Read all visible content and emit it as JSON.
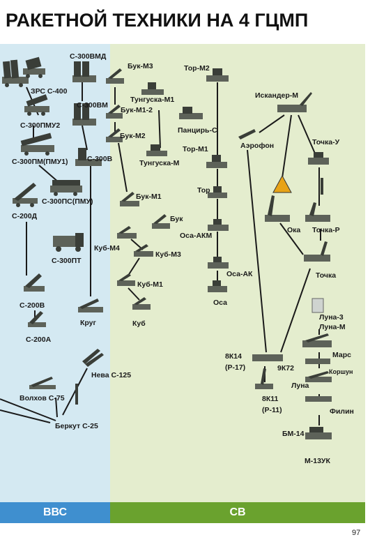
{
  "title": "РАКЕТНОЙ ТЕХНИКИ НА 4 ГЦМП",
  "page_number": "97",
  "bands": {
    "left": "ВВС",
    "right": "СВ"
  },
  "colors": {
    "band_left": "#3f8fcf",
    "band_right": "#6aa22e",
    "bg_left": "#d4e9f2",
    "bg_right": "#e4edce"
  },
  "systems": [
    {
      "id": "zrs-s400",
      "label": "ЗРС С-400"
    },
    {
      "id": "s300pmu2",
      "label": "С-300ПМУ2"
    },
    {
      "id": "s300pm",
      "label": "С-300ПМ(ПМУ1)"
    },
    {
      "id": "s300ps",
      "label": "С-300ПС(ПМУ)"
    },
    {
      "id": "s200d",
      "label": "С-200Д"
    },
    {
      "id": "s300pt",
      "label": "С-300ПТ"
    },
    {
      "id": "s200v",
      "label": "С-200В"
    },
    {
      "id": "s200a",
      "label": "С-200А"
    },
    {
      "id": "s300vmd",
      "label": "С-300ВМД"
    },
    {
      "id": "s300vm",
      "label": "С-300ВМ"
    },
    {
      "id": "s300v",
      "label": "С-300В"
    },
    {
      "id": "krug",
      "label": "Круг"
    },
    {
      "id": "buk-m3",
      "label": "Бук-М3"
    },
    {
      "id": "tunguska-m1",
      "label": "Тунгуска-М1"
    },
    {
      "id": "buk-m1-2",
      "label": "Бук-М1-2"
    },
    {
      "id": "pantsir-s",
      "label": "Панцирь-С"
    },
    {
      "id": "buk-m2",
      "label": "Бук-М2"
    },
    {
      "id": "tunguska-m",
      "label": "Тунгуска-М"
    },
    {
      "id": "buk-m1",
      "label": "Бук-М1"
    },
    {
      "id": "buk",
      "label": "Бук"
    },
    {
      "id": "kub-m4",
      "label": "Куб-М4"
    },
    {
      "id": "kub-m3",
      "label": "Куб-М3"
    },
    {
      "id": "kub-m1",
      "label": "Куб-М1"
    },
    {
      "id": "kub",
      "label": "Куб"
    },
    {
      "id": "tor-m2",
      "label": "Тор-М2"
    },
    {
      "id": "tor-m1",
      "label": "Тор-М1"
    },
    {
      "id": "tor",
      "label": "Тор"
    },
    {
      "id": "osa-akm",
      "label": "Оса-АКМ"
    },
    {
      "id": "osa-ak",
      "label": "Оса-АК"
    },
    {
      "id": "osa",
      "label": "Оса"
    },
    {
      "id": "iskander-m",
      "label": "Искандер-М"
    },
    {
      "id": "aerofon",
      "label": "Аэрофон"
    },
    {
      "id": "tochka-u",
      "label": "Точка-У"
    },
    {
      "id": "oka",
      "label": "Ока"
    },
    {
      "id": "tochka-r",
      "label": "Точка-Р"
    },
    {
      "id": "tochka",
      "label": "Точка"
    },
    {
      "id": "luna-3",
      "label": "Луна-3"
    },
    {
      "id": "luna-m",
      "label": "Луна-М"
    },
    {
      "id": "mars",
      "label": "Марс"
    },
    {
      "id": "korshun",
      "label": "Коршун"
    },
    {
      "id": "luna",
      "label": "Луна"
    },
    {
      "id": "filin",
      "label": "Филин"
    },
    {
      "id": "bm-14",
      "label": "БМ-14"
    },
    {
      "id": "m-13uk",
      "label": "М-13УК"
    },
    {
      "id": "8k14",
      "label": "8К14"
    },
    {
      "id": "r17",
      "label": "(Р-17)"
    },
    {
      "id": "9k72",
      "label": "9К72"
    },
    {
      "id": "8k11",
      "label": "8К11"
    },
    {
      "id": "r11",
      "label": "(Р-11)"
    },
    {
      "id": "neva-s125",
      "label": "Нева С-125"
    },
    {
      "id": "volkhov-s75",
      "label": "Волхов С-75"
    },
    {
      "id": "berkut-s25",
      "label": "Беркут С-25"
    }
  ]
}
